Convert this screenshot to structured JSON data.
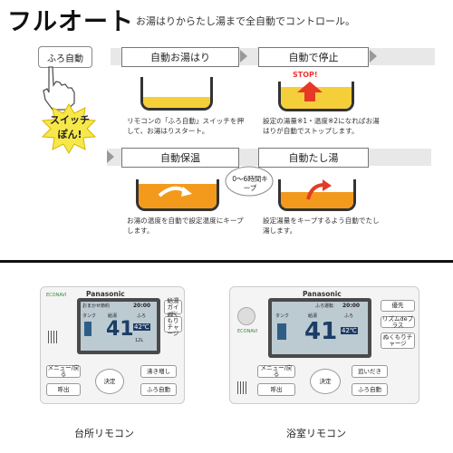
{
  "header": {
    "title": "フルオート",
    "subtitle": "お湯はりからたし湯まで全自動でコントロール。"
  },
  "intro": {
    "button_label": "ふろ自動",
    "switch_text": "スイッチぽん!"
  },
  "steps": [
    {
      "label": "自動お湯はり",
      "desc": "リモコンの「ふろ自動」スイッチを押して、お湯はりスタート。"
    },
    {
      "label": "自動で停止",
      "desc": "設定の湯量※1・温度※2になればお湯はりが自動でストップします。",
      "badge": "STOP!"
    },
    {
      "label": "自動保温",
      "desc": "お湯の温度を自動で設定温度にキープします。"
    },
    {
      "label": "自動たし湯",
      "desc": "設定湯量をキープするよう自動でたし湯します。"
    }
  ],
  "keep_note": "0〜6時間キープ",
  "remotes": [
    {
      "caption": "台所リモコン",
      "brand": "Panasonic",
      "eco": "ECONAVI",
      "status_top": "おまかせ節約",
      "clock": "20:00",
      "tank_label": "タンク",
      "supply_label": "給湯",
      "bath_label": "ふろ",
      "temp_main": "41",
      "temp_unit": "℃",
      "bath_temp": "42℃",
      "level": "12L",
      "buttons": {
        "menu": "メニュー/戻る",
        "call": "呼出",
        "confirm": "決定",
        "reheat": "沸き増し",
        "auto": "ふろ自動",
        "guide": "給湯ガイド",
        "charge": "ぬくもりチャージ"
      }
    },
    {
      "caption": "浴室リモコン",
      "brand": "Panasonic",
      "eco": "ECONAVI",
      "status_top": "ふろ運転",
      "clock": "20:00",
      "tank_label": "タンク",
      "supply_label": "給湯",
      "bath_label": "ふろ",
      "temp_main": "41",
      "temp_unit": "℃",
      "bath_temp": "42℃",
      "buttons": {
        "priority": "優先",
        "rhythm": "リズムdeプラス",
        "charge": "ぬくもりチャージ",
        "menu": "メニュー/戻る",
        "call": "呼出",
        "confirm": "決定",
        "reheat": "追いだき",
        "auto": "ふろ自動"
      }
    }
  ],
  "colors": {
    "water_yellow": "#f5cf3a",
    "water_orange": "#f39a1c",
    "arrow_red": "#e53a27",
    "lcd": "#bccad2"
  }
}
